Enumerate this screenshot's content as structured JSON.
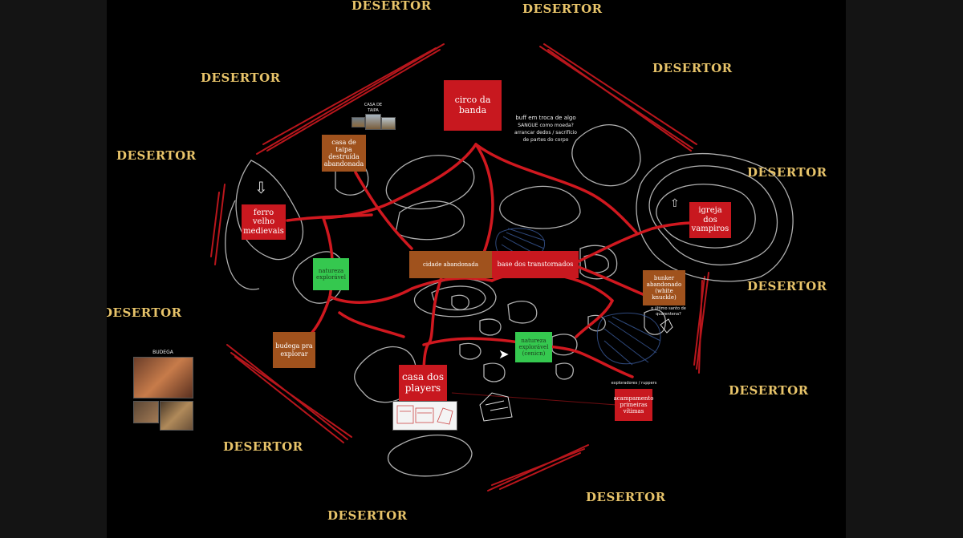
{
  "border_labels": [
    "DESERTOR",
    "DESERTOR",
    "DESERTOR",
    "DESERTOR",
    "DESERTOR",
    "DESERTOR",
    "DESERTOR",
    "DESERTOR",
    "DESERTOR",
    "DESERTOR",
    "DESERTOR",
    "DESERTOR"
  ],
  "nodes": {
    "circo": "circo da banda",
    "casa_taipa": "casa de taipa destruída abandonada",
    "ferro_velho": "ferro velho medievais",
    "natureza1": "natureza explorável",
    "cidade": "cidade abandonada",
    "base": "base dos transtornados",
    "igreja": "igreja dos vampiros",
    "bunker": "bunker abandonado (white knuckle)",
    "bodega": "budega pra explorar",
    "natureza2": "natureza explorável (cenicn)",
    "casa_players": "casa dos players",
    "acampamento": "acampamento primeiras vítimas"
  },
  "notes": {
    "buff": "buff em troca de algo",
    "sangue": "SANGUE como moeda?",
    "arrancar": "arrancar dedos / sacrifício",
    "partes": "de partes do corpo",
    "casa_taipa_caption": "CASA DE TAIPA",
    "budega_caption": "BUDEGA",
    "exploradores": "exploradores / ruppers",
    "bunker_sub": "o último santo de quarentena?"
  },
  "colors": {
    "desertor": "#e8c46a",
    "road": "#c8181f",
    "red_node": "#c8181f",
    "brown_node": "#a0521d",
    "green_node": "#35c84f",
    "background": "#000000"
  },
  "icons": [
    "down-arrow-icon",
    "up-arrow-icon",
    "mouse-cursor-icon"
  ]
}
